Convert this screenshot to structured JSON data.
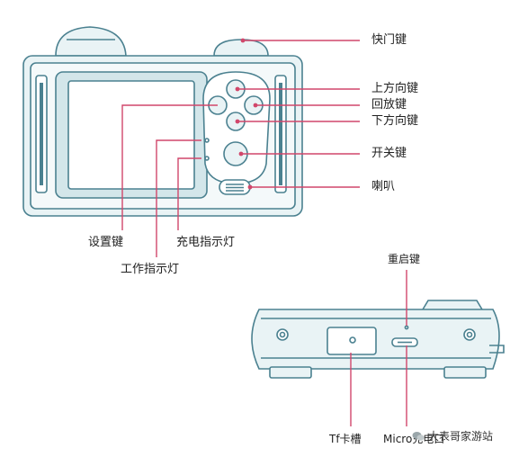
{
  "front_labels": {
    "shutter": "快门键",
    "up": "上方向键",
    "playback": "回放键",
    "down": "下方向键",
    "power": "开关键",
    "speaker": "喇叭",
    "settings": "设置键",
    "charge_led": "充电指示灯",
    "work_led": "工作指示灯"
  },
  "bottom_labels": {
    "reset": "重启键",
    "tf_slot": "Tf卡槽",
    "micro_usb": "Micro充电口"
  },
  "watermark": "大表哥家游站",
  "colors": {
    "outline": "#4b8190",
    "fill": "#e9f3f5",
    "fill_dark": "#d3e6ea",
    "leader": "#d1476b"
  }
}
